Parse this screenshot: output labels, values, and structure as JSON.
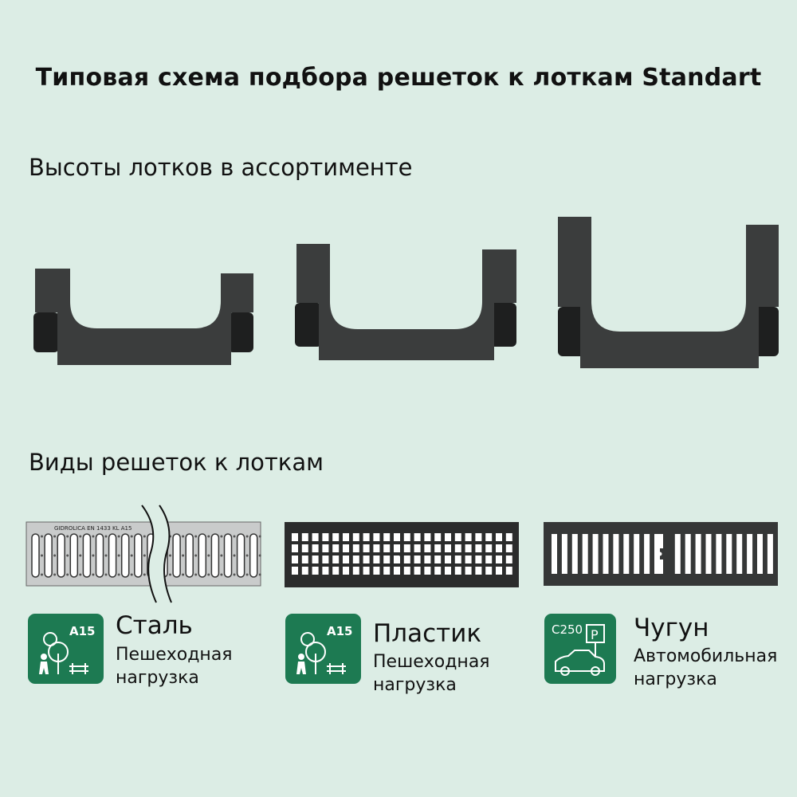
{
  "title": "Типовая схема подбора решеток к лоткам Standart",
  "section_heights": "Высоты лотков в ассортименте",
  "section_grates": "Виды решеток к лоткам",
  "colors": {
    "background": "#dcede5",
    "badge_green": "#1d7a52",
    "channel": "#3b3d3d"
  },
  "channels": [
    {
      "size": "small"
    },
    {
      "size": "medium"
    },
    {
      "size": "large"
    }
  ],
  "grates": [
    {
      "material": "Сталь",
      "load": "Пешеходная",
      "load2": "нагрузка",
      "class": "A15",
      "icon": "pedestrian-park-icon",
      "marking": "GIDROLICA EN 1433 KL A15"
    },
    {
      "material": "Пластик",
      "load": "Пешеходная",
      "load2": "нагрузка",
      "class": "A15",
      "icon": "pedestrian-park-icon"
    },
    {
      "material": "Чугун",
      "load": "Автомобильная",
      "load2": "нагрузка",
      "class": "C250",
      "icon": "car-parking-icon"
    }
  ]
}
